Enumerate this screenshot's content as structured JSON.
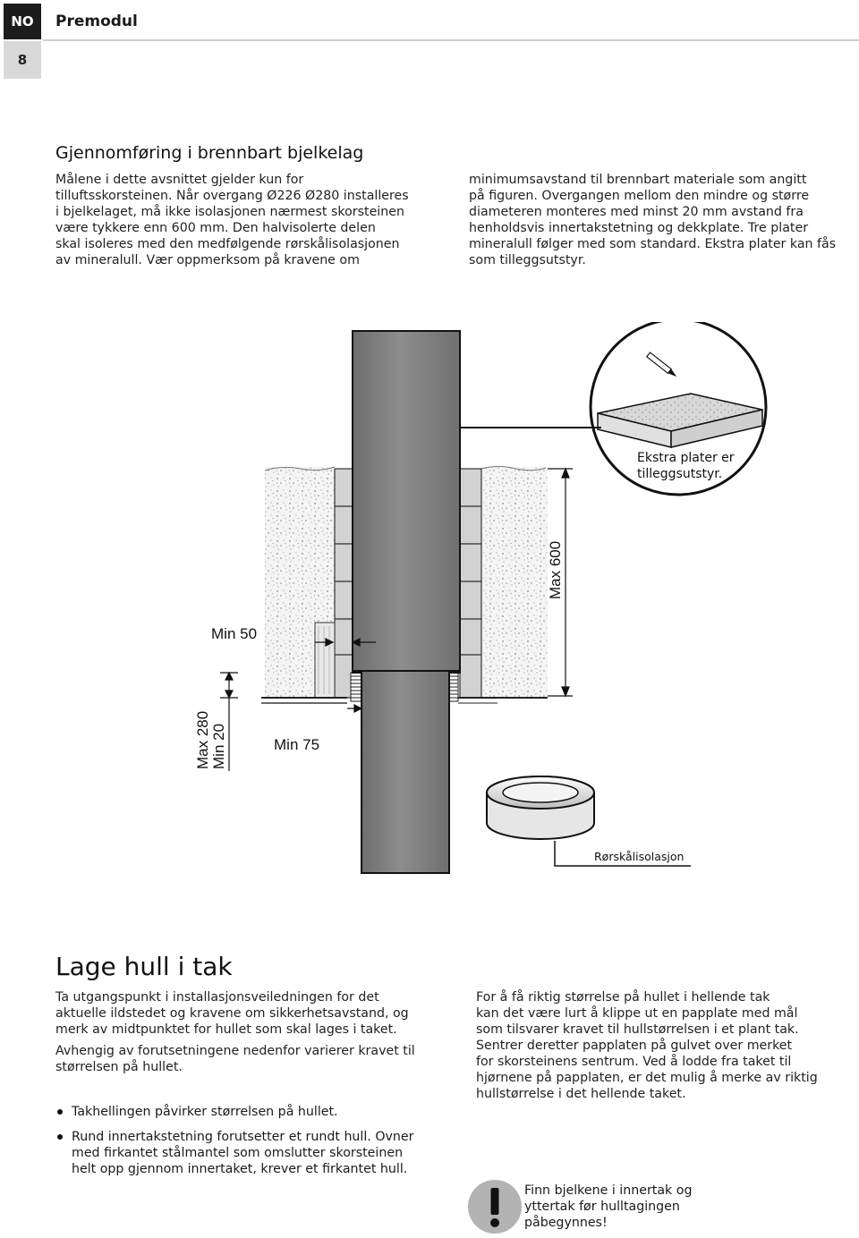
{
  "header": {
    "lang": "NO",
    "title": "Premodul",
    "page_number": "8"
  },
  "section1": {
    "heading": "Gjennomføring i brennbart bjelkelag",
    "col1": "Målene i dette avsnittet gjelder kun for\ntilluftsskorsteinen. Når overgang Ø226 Ø280 installeres\ni bjelkelaget, må ikke isolasjonen nærmest skorsteinen\nvære tykkere enn 600 mm. Den halvisolerte delen\nskal isoleres med den medfølgende rørskålisolasjonen\nav mineralull. Vær oppmerksom på kravene om",
    "col2": "minimumsavstand til brennbart materiale som angitt\npå figuren. Overgangen mellom den mindre og større\ndiameteren monteres med minst 20 mm avstand fra\nhenholdsvis innertakstetning og dekkplate. Tre plater\nmineralull følger med som standard. Ekstra plater kan fås\nsom tilleggsutstyr."
  },
  "figure": {
    "callout_text_line1": "Ekstra plater er",
    "callout_text_line2": "tilleggsutstyr.",
    "label_max600": "Max 600",
    "label_min50": "Min 50",
    "label_max280": "Max 280",
    "label_min20": "Min 20",
    "label_min75": "Min 75",
    "label_ring": "Rørskålisolasjon"
  },
  "section2": {
    "heading": "Lage hull i tak",
    "p1": "Ta utgangspunkt i installasjonsveiledningen for det\naktuelle ildstedet og kravene om sikkerhetsavstand, og\nmerk av midtpunktet for hullet som skal lages i taket.",
    "p2": "Avhengig av forutsetningene nedenfor varierer kravet til\nstørrelsen på hullet.",
    "bullets": [
      "Takhellingen påvirker størrelsen på hullet.",
      "Rund innertakstetning forutsetter et rundt hull. Ovner\nmed firkantet stålmantel som omslutter skorsteinen\nhelt opp gjennom innertaket, krever et firkantet hull."
    ],
    "right_text": "For å få riktig størrelse på hullet i hellende tak\nkan det være lurt å klippe ut en papplate med mål\nsom tilsvarer kravet til hullstørrelsen i et plant tak.\nSentrer deretter papplaten på gulvet over merket\nfor skorsteinens sentrum. Ved å lodde fra taket til\nhjørnene på papplaten, er det mulig å merke av riktig\nhullstørrelse i det hellende taket.",
    "warning": "Finn bjelkene i innertak og\nyttertak før hulltagingen\npåbegynnes!"
  },
  "icons": {
    "warning": "exclamation-circle-icon",
    "pen": "pen-icon"
  }
}
